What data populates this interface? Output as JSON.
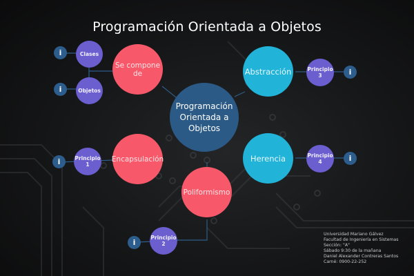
{
  "title": "Programación Orientada a Objetos",
  "colors": {
    "background": "#151617",
    "center_node": "#2c5a86",
    "red_node": "#f7596a",
    "cyan_node": "#21b3d8",
    "purple_node": "#6b5ecf",
    "info_node": "#2d5d8c",
    "connector": "#2f5e8a"
  },
  "center": {
    "label": "Programación Orientada a Objetos",
    "lines": [
      "Programación",
      "Orientada a",
      "Objetos"
    ]
  },
  "branches": {
    "se_compone_de": {
      "label": "Se compone de",
      "children": [
        {
          "label": "Clases",
          "info": "i"
        },
        {
          "label": "Objetos",
          "info": "i"
        }
      ]
    },
    "abstraccion": {
      "label": "Abstracción",
      "child": {
        "label": "Principio 3",
        "info": "i"
      }
    },
    "herencia": {
      "label": "Herencia",
      "child": {
        "label": "Principio 4",
        "info": "i"
      }
    },
    "encapsulacion": {
      "label": "Encapsulación",
      "child": {
        "label": "Principio 1",
        "info": "i"
      }
    },
    "poliformismo": {
      "label": "Poliformismo",
      "child": {
        "label": "Principio 2",
        "info": "i"
      }
    }
  },
  "footer": {
    "lines": [
      "Universidad Mariano Gálvez",
      "Facultad de Ingeniería en Sistemas",
      "Sección: \"A\"",
      "Sábado 9:30 de la mañana",
      "Daniel Alexander Contreras Santos",
      "Carné: 0900-22-252"
    ]
  }
}
